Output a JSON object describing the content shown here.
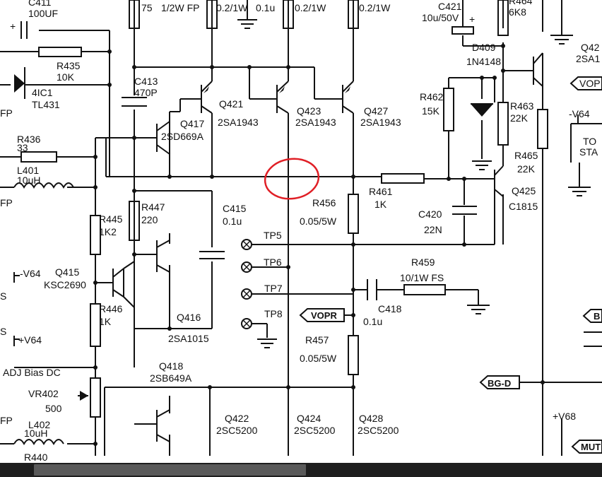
{
  "labels": {
    "c411": "C411",
    "c411v": "100UF",
    "r_top1": "75",
    "r_top1w": "1/2W FP",
    "r_top2w": "0.2/1W",
    "c_top": "0.1u",
    "r_top3w": "0.2/1W",
    "r_top4w": "0.2/1W",
    "c421": "C421",
    "c421v": "10u/50V",
    "r464": "R464",
    "r464v": "6K8",
    "q42x": "Q42",
    "q42xv": "2SA1",
    "r435": "R435",
    "r435v": "10K",
    "ic1": "4IC1",
    "ic1v": "TL431",
    "fp1": "FP",
    "c413": "C413",
    "c413v": "470P",
    "d409": "D409",
    "d409v": "1N4148",
    "vop_r": "VOP",
    "q421": "Q421",
    "q421v": "2SA1943",
    "q423": "Q423",
    "q423v": "2SA1943",
    "q427": "Q427",
    "q427v": "2SA1943",
    "r462": "R462",
    "r462v": "15K",
    "r463": "R463",
    "r463v": "22K",
    "q417": "Q417",
    "q417v": "2SD669A",
    "v64r": "-V64",
    "to_r": "TO",
    "sta_r": "STA",
    "r436": "R436",
    "r436v": "33",
    "r465": "R465",
    "r465v": "22K",
    "l401": "L401",
    "l401v": "10uH",
    "fp2": "FP",
    "r461": "R461",
    "r461v": "1K",
    "q425": "Q425",
    "q425v": "C1815",
    "r456": "R456",
    "r456v": "0.05/5W",
    "r447": "R447",
    "r447v": "220",
    "c415": "C415",
    "c415v": "0.1u",
    "c420": "C420",
    "c420v": "22N",
    "r445": "R445",
    "r445v": "1K2",
    "tp5": "TP5",
    "tp6": "TP6",
    "tp7": "TP7",
    "tp8": "TP8",
    "v64l": "-V64",
    "q415": "Q415",
    "q415v": "KSC2690",
    "r459": "R459",
    "r459v": "10/1W FS",
    "s1": "S",
    "s2": "S",
    "c418": "C418",
    "c418v": "0.1u",
    "r446": "R446",
    "r446v": "1K",
    "q416": "Q416",
    "q416v": "2SA1015",
    "vopr": "VOPR",
    "v64p": "+V64",
    "r457": "R457",
    "r457v": "0.05/5W",
    "adj": "ADJ Bias DC",
    "q418": "Q418",
    "q418v": "2SB649A",
    "bgd": "BG-D",
    "vr402": "VR402",
    "vr402v": "500",
    "q422": "Q422",
    "q422v": "2SC5200",
    "q424": "Q424",
    "q424v": "2SC5200",
    "q428": "Q428",
    "q428v": "2SC5200",
    "v68": "+V68",
    "fp3": "FP",
    "l402": "L402",
    "l402v": "10uH",
    "r440": "R440",
    "mut": "MUT",
    "br": "B"
  }
}
